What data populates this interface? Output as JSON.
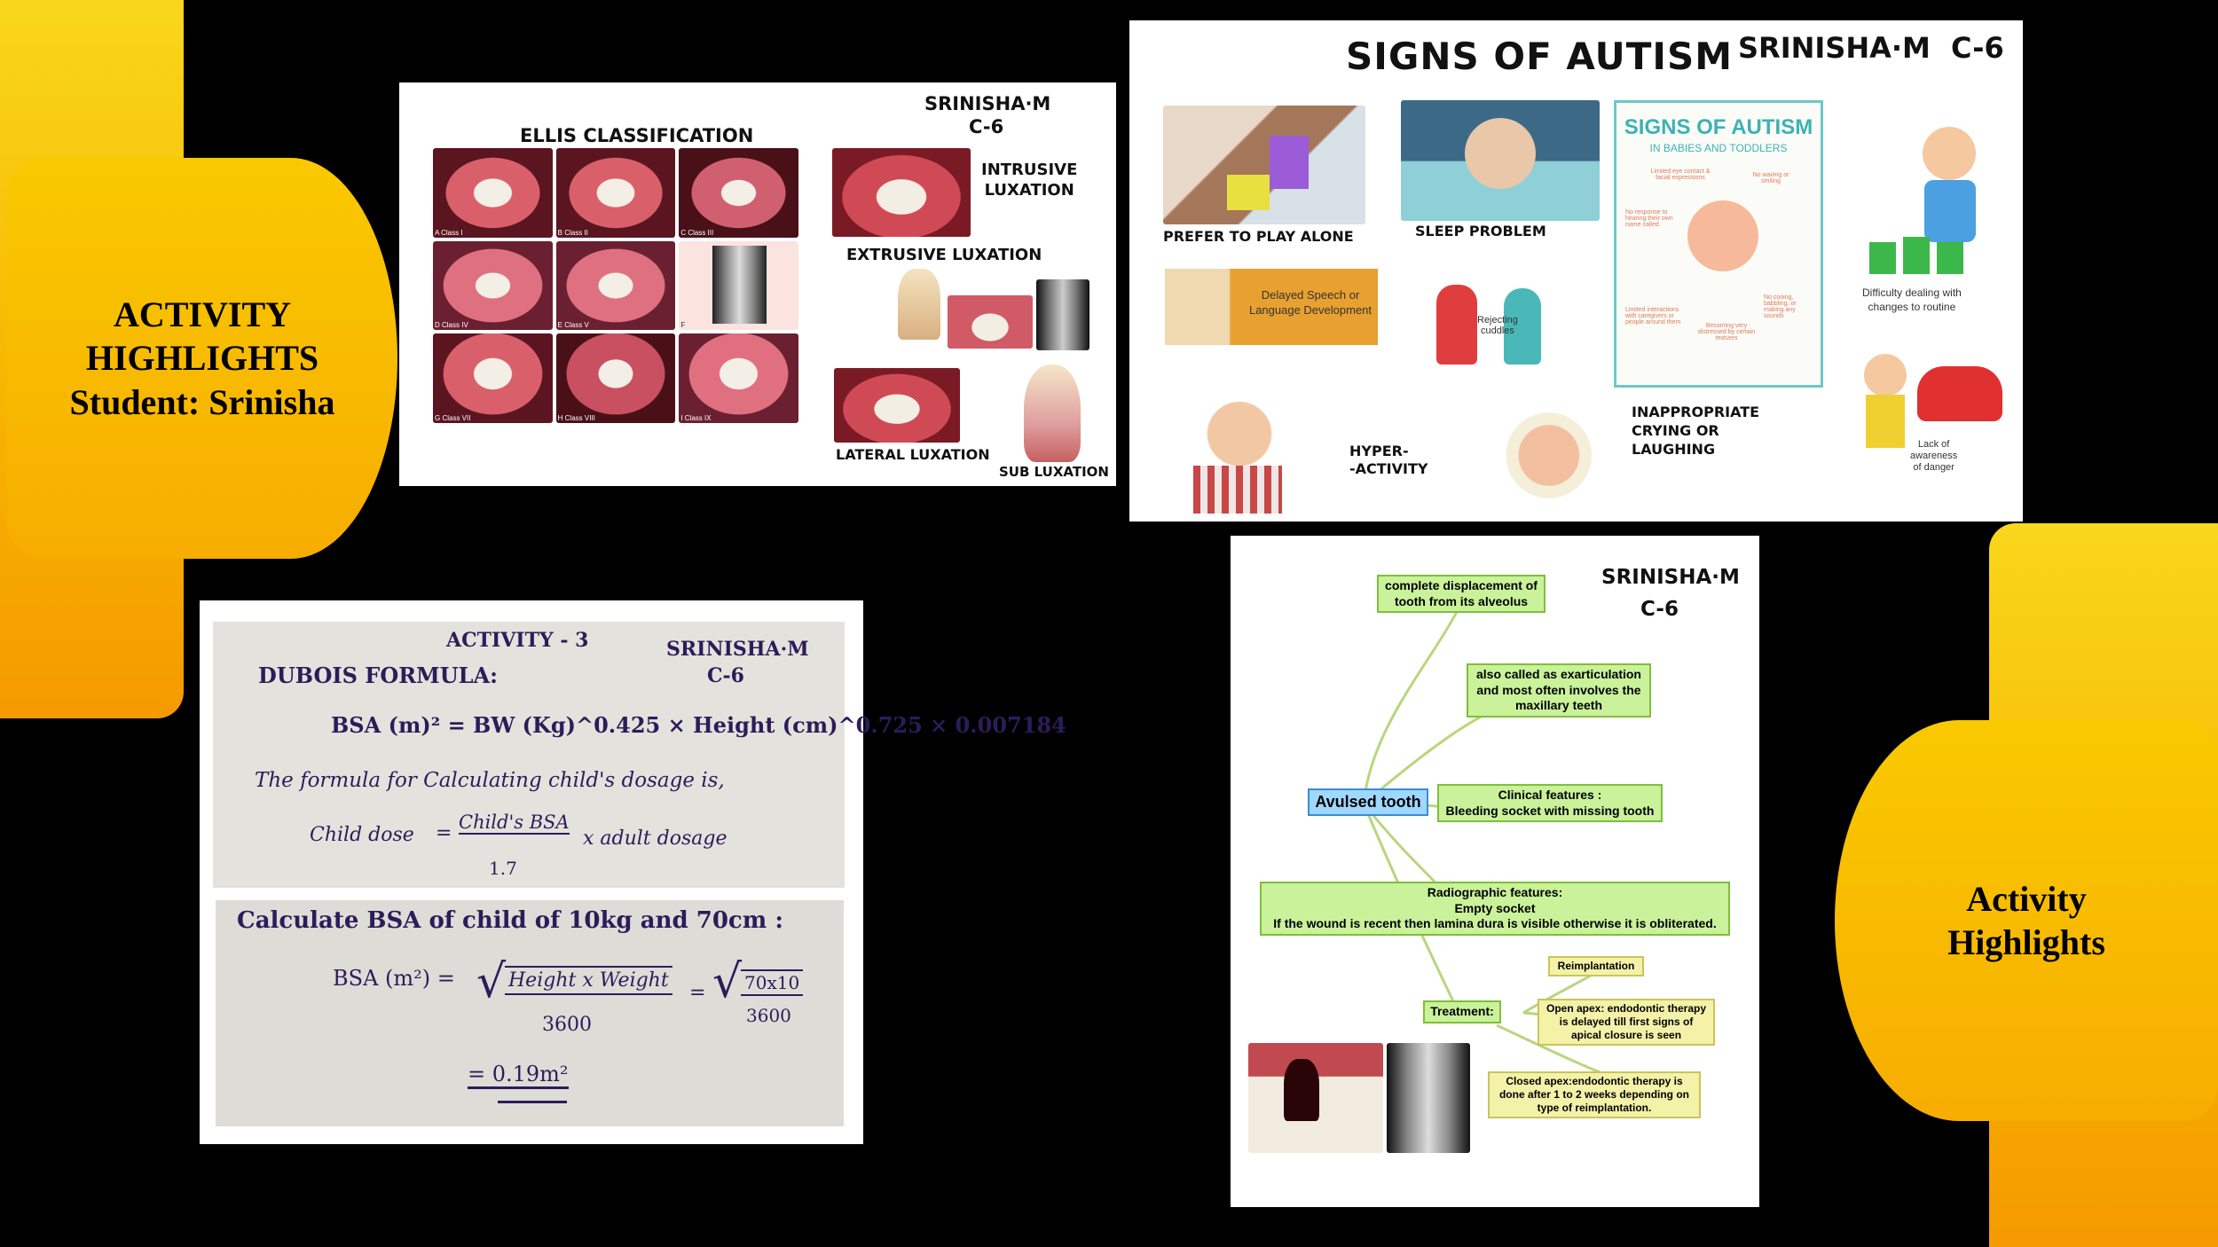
{
  "left_caption": {
    "line1": "ACTIVITY",
    "line2": "HIGHLIGHTS",
    "line3": "Student:  Srinisha"
  },
  "right_caption": {
    "line1": "Activity",
    "line2": "Highlights"
  },
  "ellis_panel": {
    "title": "ELLIS CLASSIFICATION",
    "author": "SRINISHA·M",
    "class": "C-6",
    "intrusive": "INTRUSIVE\nLUXATION",
    "extrusive": "EXTRUSIVE  LUXATION",
    "lateral": "LATERAL LUXATION",
    "sub": "SUB LUXATION",
    "photo_labels": [
      "A Class I",
      "B Class II",
      "C Class III",
      "D Class IV",
      "E Class V",
      "F",
      "G Class VII",
      "H Class VIII",
      "I Class IX"
    ]
  },
  "autism_panel": {
    "title": "SIGNS OF AUTISM",
    "author": "SRINISHA·M",
    "class": "C-6",
    "prefer_play": "PREFER TO PLAY ALONE",
    "sleep": "SLEEP PROBLEM",
    "delayed": "Delayed Speech or\nLanguage Development",
    "rejecting": "Rejecting\ncuddles",
    "hyper": "HYPER-\n-ACTIVITY",
    "crying": "INAPPROPRIATE\nCRYING OR\nLAUGHING",
    "difficulty": "Difficulty dealing with\nchanges to routine",
    "danger": "Lack of\nawareness\nof danger",
    "poster_title": "SIGNS OF AUTISM",
    "poster_subtitle": "IN BABIES AND TODDLERS",
    "poster_items": [
      "Limited eye contact & facial expressions",
      "No waving or smiling",
      "No response to hearing their own name called",
      "Limited interactions with caregivers or people around them",
      "Becoming very distressed by certain textures",
      "No cooing, babbling, or making any sounds"
    ]
  },
  "dubois_panel": {
    "activity": "ACTIVITY - 3",
    "author": "SRINISHA·M",
    "class": "C-6",
    "formula_title": "DUBOIS FORMULA:",
    "formula": "BSA (m)² = BW (Kg)^0.425 × Height (cm)^0.725 × 0.007184",
    "sentence": "The formula for Calculating child's dosage is,",
    "child_dose_lhs": "Child dose",
    "child_dose_num": "Child's BSA",
    "child_dose_den": "1.7",
    "child_dose_rhs": "x adult dosage",
    "question": "Calculate BSA of child of 10kg and 70cm :",
    "bsa_lhs": "BSA (m²) =",
    "bsa_num": "Height  x Weight",
    "bsa_den": "3600",
    "bsa_num2": "70x10",
    "bsa_den2": "3600",
    "result": "= 0.19m²"
  },
  "avulsion_panel": {
    "author": "SRINISHA·M",
    "class": "C-6",
    "center": "Avulsed tooth",
    "node1": "complete displacement of\ntooth from its alveolus",
    "node2": "also called as exarticulation\nand most often involves the\nmaxillary teeth",
    "node3": "Clinical features :\nBleeding socket with missing tooth",
    "node4": "Radiographic features:\nEmpty socket\nIf the wound is recent then lamina dura is visible otherwise it is obliterated.",
    "treatment": "Treatment:",
    "t1": "Reimplantation",
    "t2": "Open apex: endodontic therapy\nis delayed till first signs of\napical closure is seen",
    "t3": "Closed apex:endodontic therapy is\ndone after 1 to 2 weeks depending on\ntype of reimplantation."
  }
}
